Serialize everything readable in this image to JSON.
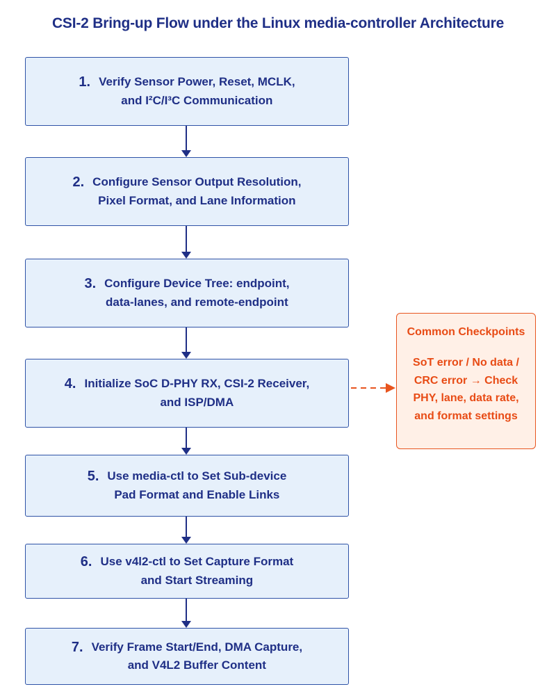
{
  "title": "CSI-2 Bring-up Flow under the Linux media-controller Architecture",
  "steps": [
    {
      "num": "1.",
      "lines": [
        "Verify Sensor Power, Reset, MCLK,",
        "and I²C/I³C Communication"
      ]
    },
    {
      "num": "2.",
      "lines": [
        "Configure Sensor Output Resolution,",
        "Pixel Format, and Lane Information"
      ]
    },
    {
      "num": "3.",
      "lines": [
        "Configure Device Tree:  endpoint,",
        "data-lanes, and remote-endpoint"
      ]
    },
    {
      "num": "4.",
      "lines": [
        "Initialize SoC D-PHY RX, CSI-2 Receiver,",
        "and ISP/DMA"
      ]
    },
    {
      "num": "5.",
      "lines": [
        "Use media-ctl to Set Sub-device",
        "Pad Format and Enable Links"
      ]
    },
    {
      "num": "6.",
      "lines": [
        "Use v4l2-ctl to Set Capture Format",
        "and Start Streaming"
      ]
    },
    {
      "num": "7.",
      "lines": [
        "Verify Frame Start/End, DMA Capture,",
        "and V4L2 Buffer Content"
      ]
    }
  ],
  "note": {
    "title": "Common Checkpoints",
    "lines": [
      "SoT error / No data /",
      "CRC error → Check",
      "PHY, lane, data rate,",
      "and format settings"
    ]
  },
  "colors": {
    "step_fill": "#e6f0fb",
    "step_border": "#2e52a6",
    "text": "#1f2f86",
    "note_accent": "#e8541e",
    "note_fill": "#fff0e7"
  }
}
